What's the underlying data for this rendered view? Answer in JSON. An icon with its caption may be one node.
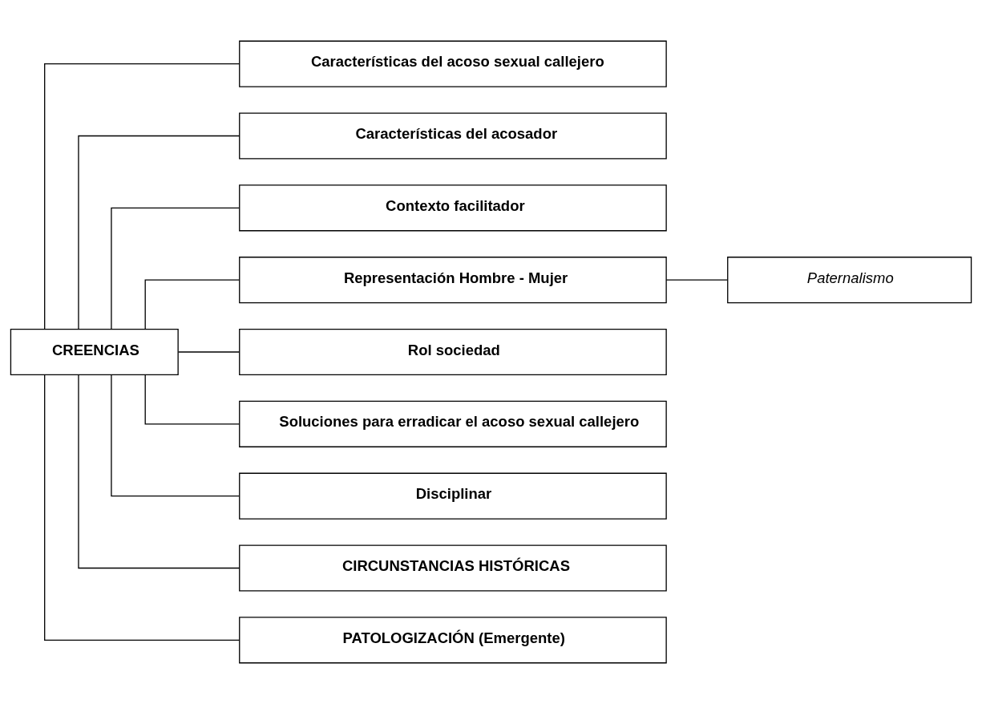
{
  "diagram": {
    "nodes": [
      {
        "text": [
          "CREENCIAS"
        ]
      },
      {
        "text": [
          "Características del acoso sexual callejero"
        ]
      },
      {
        "text": [
          "Características del acosador"
        ]
      },
      {
        "text": [
          "Contexto facilitador"
        ]
      },
      {
        "text": [
          "Representación Hombre - Mujer"
        ]
      },
      {
        "text": [
          "Rol sociedad"
        ]
      },
      {
        "text": [
          "Soluciones para erradicar el acoso sexual callejero"
        ]
      },
      {
        "text": [
          "Disciplinar"
        ]
      },
      {
        "text": [
          "CIRCUNSTANCIAS HISTÓRICAS"
        ]
      },
      {
        "text": [
          "PATOLOGIZACIÓN (Emergente)"
        ]
      },
      {
        "text": [
          "Paternalismo"
        ]
      }
    ],
    "edges": [
      {
        "from": 0,
        "to": 1,
        "arrow": "none"
      },
      {
        "from": 0,
        "to": 2,
        "arrow": "none"
      },
      {
        "from": 0,
        "to": 3,
        "arrow": "none"
      },
      {
        "from": 0,
        "to": 4,
        "arrow": "none"
      },
      {
        "from": 0,
        "to": 5,
        "arrow": "none"
      },
      {
        "from": 0,
        "to": 6,
        "arrow": "none"
      },
      {
        "from": 0,
        "to": 7,
        "arrow": "none"
      },
      {
        "from": 0,
        "to": 8,
        "arrow": "none"
      },
      {
        "from": 0,
        "to": 9,
        "arrow": "none"
      },
      {
        "from": 4,
        "to": 10,
        "arrow": "none"
      }
    ]
  }
}
